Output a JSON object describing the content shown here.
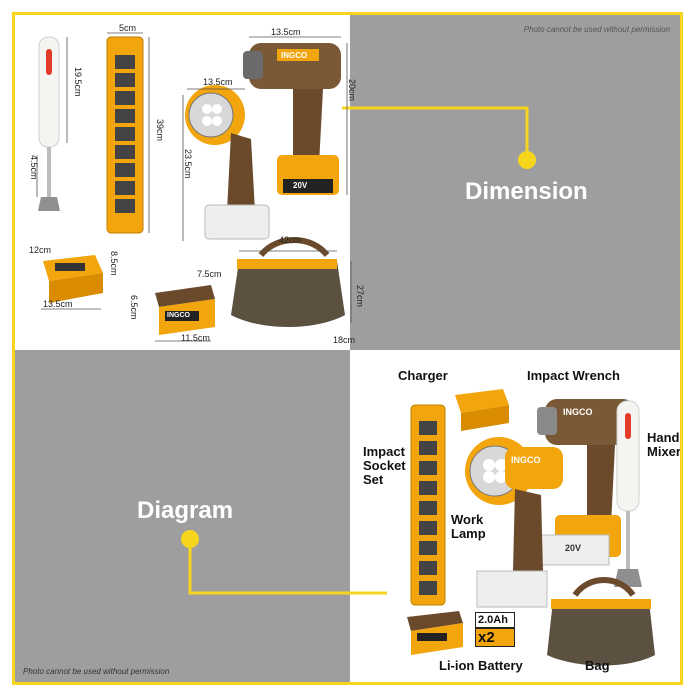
{
  "watermark": {
    "text": "Photo cannot be used without permission"
  },
  "sections": {
    "dimension_label": "Dimension",
    "diagram_label": "Diagram"
  },
  "dimensions": {
    "mixer_height": "19.5cm",
    "mixer_shaft": "4.5cm",
    "socket_width": "5cm",
    "socket_height": "39cm",
    "wrench_width": "13.5cm",
    "wrench_height": "20cm",
    "lamp_width": "13.5cm",
    "lamp_height": "23.5cm",
    "charger_depth": "12cm",
    "charger_height": "8.5cm",
    "charger_width": "13.5cm",
    "battery_depth": "7.5cm",
    "battery_height": "6.5cm",
    "battery_width": "11.5cm",
    "bag_width": "42cm",
    "bag_height": "27cm",
    "bag_depth": "18cm"
  },
  "parts": {
    "charger": "Charger",
    "impact_wrench": "Impact Wrench",
    "hand_mixer_line1": "Hand",
    "hand_mixer_line2": "Mixer",
    "socket_line1": "Impact",
    "socket_line2": "Socket",
    "socket_line3": "Set",
    "work_lamp_line1": "Work",
    "work_lamp_line2": "Lamp",
    "battery": "Li-ion Battery",
    "bag": "Bag"
  },
  "battery_badge": {
    "capacity": "2.0Ah",
    "quantity": "x2"
  },
  "brand": {
    "name": "INGCO",
    "voltage": "20V"
  },
  "colors": {
    "accent_yellow": "#f7d51d",
    "tool_orange": "#f2a50c",
    "tool_brown": "#6b4a2b",
    "gray_panel": "#9e9e9e"
  }
}
